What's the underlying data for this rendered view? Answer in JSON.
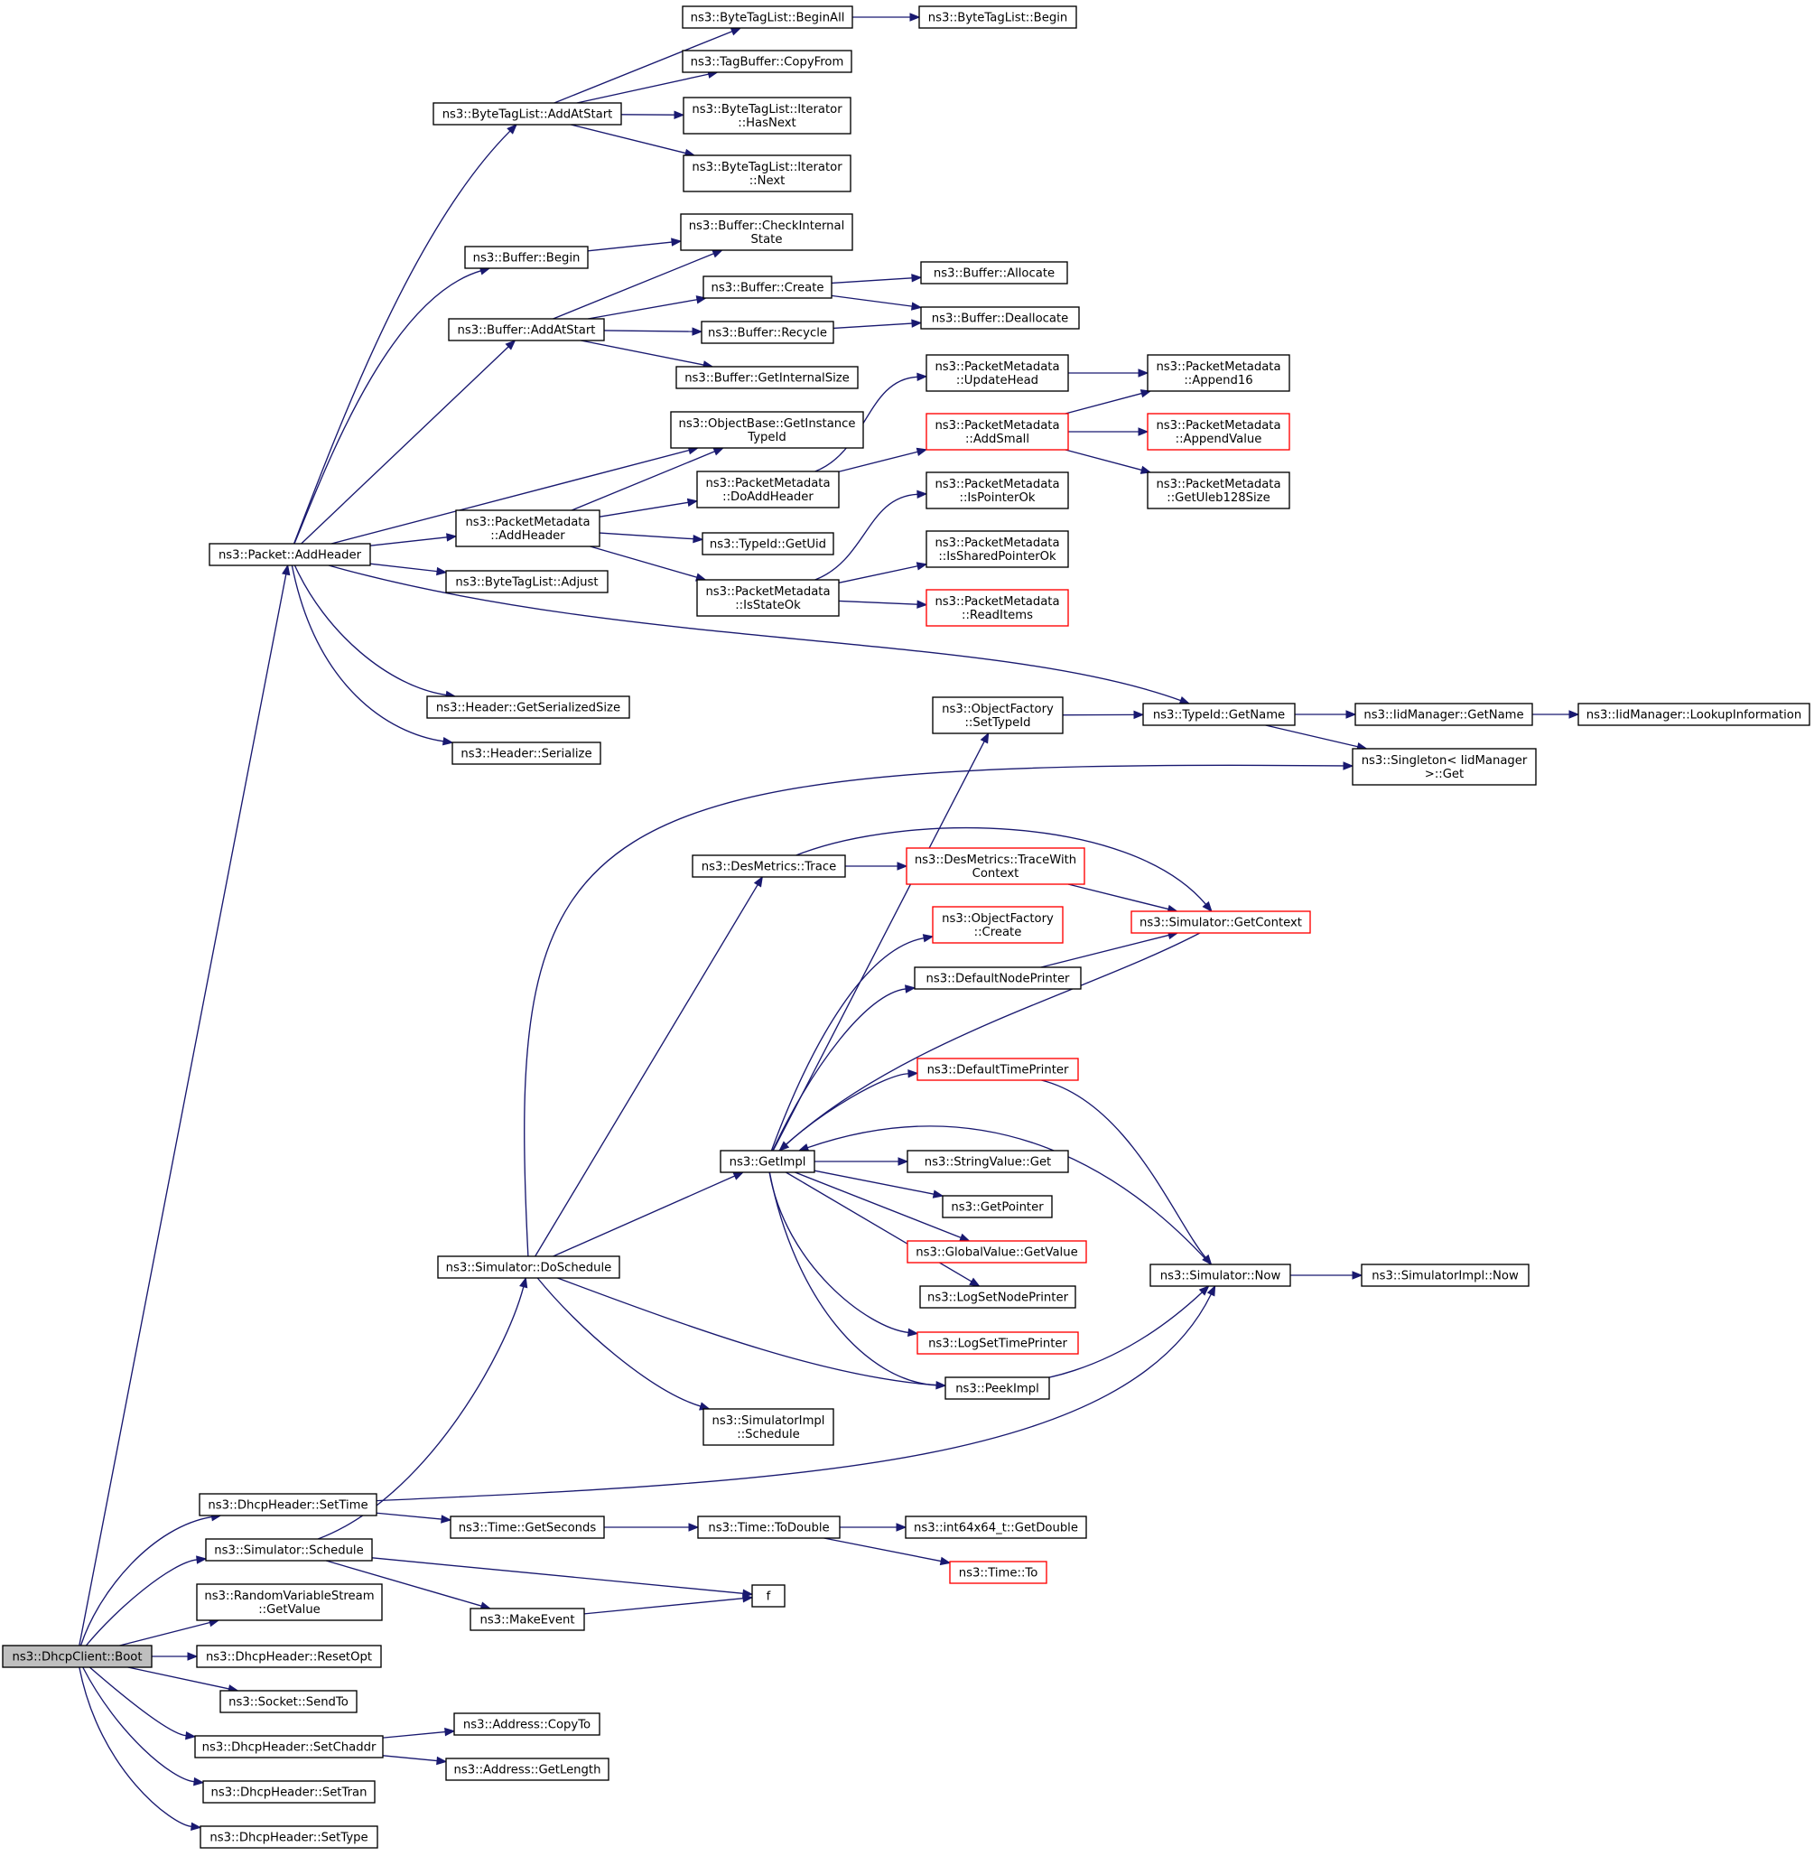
{
  "graph": {
    "nodes": [
      {
        "id": "boot",
        "lines": [
          "ns3::DhcpClient::Boot"
        ],
        "style": "root"
      },
      {
        "id": "p_addheader",
        "lines": [
          "ns3::Packet::AddHeader"
        ]
      },
      {
        "id": "dh_settime",
        "lines": [
          "ns3::DhcpHeader::SetTime"
        ]
      },
      {
        "id": "sim_schedule",
        "lines": [
          "ns3::Simulator::Schedule"
        ]
      },
      {
        "id": "rvs_getvalue",
        "lines": [
          "ns3::RandomVariableStream",
          "::GetValue"
        ]
      },
      {
        "id": "dh_resetopt",
        "lines": [
          "ns3::DhcpHeader::ResetOpt"
        ]
      },
      {
        "id": "sock_sendto",
        "lines": [
          "ns3::Socket::SendTo"
        ]
      },
      {
        "id": "dh_setchaddr",
        "lines": [
          "ns3::DhcpHeader::SetChaddr"
        ]
      },
      {
        "id": "dh_settran",
        "lines": [
          "ns3::DhcpHeader::SetTran"
        ]
      },
      {
        "id": "dh_settype",
        "lines": [
          "ns3::DhcpHeader::SetType"
        ]
      },
      {
        "id": "btl_addatstart",
        "lines": [
          "ns3::ByteTagList::AddAtStart"
        ]
      },
      {
        "id": "buf_begin",
        "lines": [
          "ns3::Buffer::Begin"
        ]
      },
      {
        "id": "buf_addatstart",
        "lines": [
          "ns3::Buffer::AddAtStart"
        ]
      },
      {
        "id": "ob_gitid",
        "lines": [
          "ns3::ObjectBase::GetInstance",
          "TypeId"
        ]
      },
      {
        "id": "pm_addheader",
        "lines": [
          "ns3::PacketMetadata",
          "::AddHeader"
        ]
      },
      {
        "id": "btl_adjust",
        "lines": [
          "ns3::ByteTagList::Adjust"
        ]
      },
      {
        "id": "hdr_getsersize",
        "lines": [
          "ns3::Header::GetSerializedSize"
        ]
      },
      {
        "id": "hdr_serialize",
        "lines": [
          "ns3::Header::Serialize"
        ]
      },
      {
        "id": "btl_beginall",
        "lines": [
          "ns3::ByteTagList::BeginAll"
        ]
      },
      {
        "id": "btl_begin",
        "lines": [
          "ns3::ByteTagList::Begin"
        ]
      },
      {
        "id": "tb_copyfrom",
        "lines": [
          "ns3::TagBuffer::CopyFrom"
        ]
      },
      {
        "id": "btli_hasnext",
        "lines": [
          "ns3::ByteTagList::Iterator",
          "::HasNext"
        ]
      },
      {
        "id": "btli_next",
        "lines": [
          "ns3::ByteTagList::Iterator",
          "::Next"
        ]
      },
      {
        "id": "buf_checkis",
        "lines": [
          "ns3::Buffer::CheckInternal",
          "State"
        ]
      },
      {
        "id": "buf_create",
        "lines": [
          "ns3::Buffer::Create"
        ]
      },
      {
        "id": "buf_allocate",
        "lines": [
          "ns3::Buffer::Allocate"
        ]
      },
      {
        "id": "buf_recycle",
        "lines": [
          "ns3::Buffer::Recycle"
        ]
      },
      {
        "id": "buf_deallocate",
        "lines": [
          "ns3::Buffer::Deallocate"
        ]
      },
      {
        "id": "buf_getis",
        "lines": [
          "ns3::Buffer::GetInternalSize"
        ]
      },
      {
        "id": "pm_doaddheader",
        "lines": [
          "ns3::PacketMetadata",
          "::DoAddHeader"
        ]
      },
      {
        "id": "tid_getuid",
        "lines": [
          "ns3::TypeId::GetUid"
        ]
      },
      {
        "id": "pm_isstateok",
        "lines": [
          "ns3::PacketMetadata",
          "::IsStateOk"
        ]
      },
      {
        "id": "pm_updatehead",
        "lines": [
          "ns3::PacketMetadata",
          "::UpdateHead"
        ]
      },
      {
        "id": "pm_addsmall",
        "lines": [
          "ns3::PacketMetadata",
          "::AddSmall"
        ],
        "style": "red"
      },
      {
        "id": "pm_append16",
        "lines": [
          "ns3::PacketMetadata",
          "::Append16"
        ]
      },
      {
        "id": "pm_appendvalue",
        "lines": [
          "ns3::PacketMetadata",
          "::AppendValue"
        ],
        "style": "red"
      },
      {
        "id": "pm_getuleb",
        "lines": [
          "ns3::PacketMetadata",
          "::GetUleb128Size"
        ]
      },
      {
        "id": "pm_ispointerok",
        "lines": [
          "ns3::PacketMetadata",
          "::IsPointerOk"
        ]
      },
      {
        "id": "pm_issharedpok",
        "lines": [
          "ns3::PacketMetadata",
          "::IsSharedPointerOk"
        ]
      },
      {
        "id": "pm_readitems",
        "lines": [
          "ns3::PacketMetadata",
          "::ReadItems"
        ],
        "style": "red"
      },
      {
        "id": "tid_getname",
        "lines": [
          "ns3::TypeId::GetName"
        ]
      },
      {
        "id": "iid_getname",
        "lines": [
          "ns3::IidManager::GetName"
        ]
      },
      {
        "id": "iid_lookup",
        "lines": [
          "ns3::IidManager::LookupInformation"
        ]
      },
      {
        "id": "singleton_get",
        "lines": [
          "ns3::Singleton< IidManager",
          ">::Get"
        ]
      },
      {
        "id": "of_settypeid",
        "lines": [
          "ns3::ObjectFactory",
          "::SetTypeId"
        ]
      },
      {
        "id": "dm_trace",
        "lines": [
          "ns3::DesMetrics::Trace"
        ]
      },
      {
        "id": "dm_tracewc",
        "lines": [
          "ns3::DesMetrics::TraceWith",
          "Context"
        ],
        "style": "red"
      },
      {
        "id": "sim_getcontext",
        "lines": [
          "ns3::Simulator::GetContext"
        ],
        "style": "red"
      },
      {
        "id": "of_create",
        "lines": [
          "ns3::ObjectFactory",
          "::Create"
        ],
        "style": "red"
      },
      {
        "id": "def_nodeprinter",
        "lines": [
          "ns3::DefaultNodePrinter"
        ]
      },
      {
        "id": "def_timeprinter",
        "lines": [
          "ns3::DefaultTimePrinter"
        ],
        "style": "red"
      },
      {
        "id": "getimpl",
        "lines": [
          "ns3::GetImpl"
        ]
      },
      {
        "id": "sv_get",
        "lines": [
          "ns3::StringValue::Get"
        ]
      },
      {
        "id": "getpointer",
        "lines": [
          "ns3::GetPointer"
        ]
      },
      {
        "id": "gv_getvalue",
        "lines": [
          "ns3::GlobalValue::GetValue"
        ],
        "style": "red"
      },
      {
        "id": "logsetnp",
        "lines": [
          "ns3::LogSetNodePrinter"
        ]
      },
      {
        "id": "logsettp",
        "lines": [
          "ns3::LogSetTimePrinter"
        ],
        "style": "red"
      },
      {
        "id": "peekimpl",
        "lines": [
          "ns3::PeekImpl"
        ]
      },
      {
        "id": "sim_doschedule",
        "lines": [
          "ns3::Simulator::DoSchedule"
        ]
      },
      {
        "id": "sim_now",
        "lines": [
          "ns3::Simulator::Now"
        ]
      },
      {
        "id": "simimpl_now",
        "lines": [
          "ns3::SimulatorImpl::Now"
        ]
      },
      {
        "id": "simimpl_schedule",
        "lines": [
          "ns3::SimulatorImpl",
          "::Schedule"
        ]
      },
      {
        "id": "time_getseconds",
        "lines": [
          "ns3::Time::GetSeconds"
        ]
      },
      {
        "id": "time_todouble",
        "lines": [
          "ns3::Time::ToDouble"
        ]
      },
      {
        "id": "i64_getdouble",
        "lines": [
          "ns3::int64x64_t::GetDouble"
        ]
      },
      {
        "id": "time_to",
        "lines": [
          "ns3::Time::To"
        ],
        "style": "red"
      },
      {
        "id": "f",
        "lines": [
          "f"
        ]
      },
      {
        "id": "makeevent",
        "lines": [
          "ns3::MakeEvent"
        ]
      },
      {
        "id": "addr_copyto",
        "lines": [
          "ns3::Address::CopyTo"
        ]
      },
      {
        "id": "addr_getlength",
        "lines": [
          "ns3::Address::GetLength"
        ]
      }
    ],
    "edges": [
      [
        "boot",
        "p_addheader"
      ],
      [
        "boot",
        "dh_settime"
      ],
      [
        "boot",
        "sim_schedule"
      ],
      [
        "boot",
        "rvs_getvalue"
      ],
      [
        "boot",
        "dh_resetopt"
      ],
      [
        "boot",
        "sock_sendto"
      ],
      [
        "boot",
        "dh_setchaddr"
      ],
      [
        "boot",
        "dh_settran"
      ],
      [
        "boot",
        "dh_settype"
      ],
      [
        "p_addheader",
        "btl_addatstart"
      ],
      [
        "p_addheader",
        "buf_begin"
      ],
      [
        "p_addheader",
        "buf_addatstart"
      ],
      [
        "p_addheader",
        "ob_gitid"
      ],
      [
        "p_addheader",
        "pm_addheader"
      ],
      [
        "p_addheader",
        "btl_adjust"
      ],
      [
        "p_addheader",
        "tid_getname"
      ],
      [
        "p_addheader",
        "hdr_getsersize"
      ],
      [
        "p_addheader",
        "hdr_serialize"
      ],
      [
        "btl_addatstart",
        "btl_beginall"
      ],
      [
        "btl_addatstart",
        "tb_copyfrom"
      ],
      [
        "btl_addatstart",
        "btli_hasnext"
      ],
      [
        "btl_addatstart",
        "btli_next"
      ],
      [
        "btl_beginall",
        "btl_begin"
      ],
      [
        "buf_begin",
        "buf_checkis"
      ],
      [
        "buf_addatstart",
        "buf_checkis"
      ],
      [
        "buf_addatstart",
        "buf_create"
      ],
      [
        "buf_addatstart",
        "buf_recycle"
      ],
      [
        "buf_addatstart",
        "buf_getis"
      ],
      [
        "buf_create",
        "buf_allocate"
      ],
      [
        "buf_create",
        "buf_deallocate"
      ],
      [
        "buf_recycle",
        "buf_deallocate"
      ],
      [
        "pm_addheader",
        "ob_gitid"
      ],
      [
        "pm_addheader",
        "pm_doaddheader"
      ],
      [
        "pm_addheader",
        "tid_getuid"
      ],
      [
        "pm_addheader",
        "pm_isstateok"
      ],
      [
        "pm_doaddheader",
        "pm_updatehead"
      ],
      [
        "pm_doaddheader",
        "pm_addsmall"
      ],
      [
        "pm_updatehead",
        "pm_append16"
      ],
      [
        "pm_addsmall",
        "pm_append16"
      ],
      [
        "pm_addsmall",
        "pm_appendvalue"
      ],
      [
        "pm_addsmall",
        "pm_getuleb"
      ],
      [
        "pm_isstateok",
        "pm_ispointerok"
      ],
      [
        "pm_isstateok",
        "pm_issharedpok"
      ],
      [
        "pm_isstateok",
        "pm_readitems"
      ],
      [
        "tid_getname",
        "iid_getname"
      ],
      [
        "tid_getname",
        "singleton_get"
      ],
      [
        "iid_getname",
        "iid_lookup"
      ],
      [
        "of_settypeid",
        "tid_getname"
      ],
      [
        "dh_settime",
        "time_getseconds"
      ],
      [
        "dh_settime",
        "sim_now"
      ],
      [
        "sim_schedule",
        "sim_doschedule"
      ],
      [
        "sim_schedule",
        "f"
      ],
      [
        "sim_schedule",
        "makeevent"
      ],
      [
        "sim_doschedule",
        "singleton_get"
      ],
      [
        "sim_doschedule",
        "dm_trace"
      ],
      [
        "sim_doschedule",
        "getimpl"
      ],
      [
        "sim_doschedule",
        "simimpl_schedule"
      ],
      [
        "sim_doschedule",
        "sim_now"
      ],
      [
        "dm_trace",
        "dm_tracewc"
      ],
      [
        "dm_trace",
        "sim_getcontext"
      ],
      [
        "dm_tracewc",
        "sim_getcontext"
      ],
      [
        "def_nodeprinter",
        "sim_getcontext"
      ],
      [
        "def_timeprinter",
        "sim_now"
      ],
      [
        "getimpl",
        "of_settypeid"
      ],
      [
        "getimpl",
        "of_create"
      ],
      [
        "getimpl",
        "def_nodeprinter"
      ],
      [
        "getimpl",
        "def_timeprinter"
      ],
      [
        "getimpl",
        "sv_get"
      ],
      [
        "getimpl",
        "getpointer"
      ],
      [
        "getimpl",
        "gv_getvalue"
      ],
      [
        "getimpl",
        "logsetnp"
      ],
      [
        "getimpl",
        "logsettp"
      ],
      [
        "getimpl",
        "peekimpl"
      ],
      [
        "sim_getcontext",
        "getimpl"
      ],
      [
        "sim_now",
        "getimpl"
      ],
      [
        "sim_now",
        "simimpl_now"
      ],
      [
        "time_getseconds",
        "time_todouble"
      ],
      [
        "time_todouble",
        "i64_getdouble"
      ],
      [
        "time_todouble",
        "time_to"
      ],
      [
        "makeevent",
        "f"
      ],
      [
        "dh_setchaddr",
        "addr_copyto"
      ],
      [
        "dh_setchaddr",
        "addr_getlength"
      ]
    ]
  }
}
